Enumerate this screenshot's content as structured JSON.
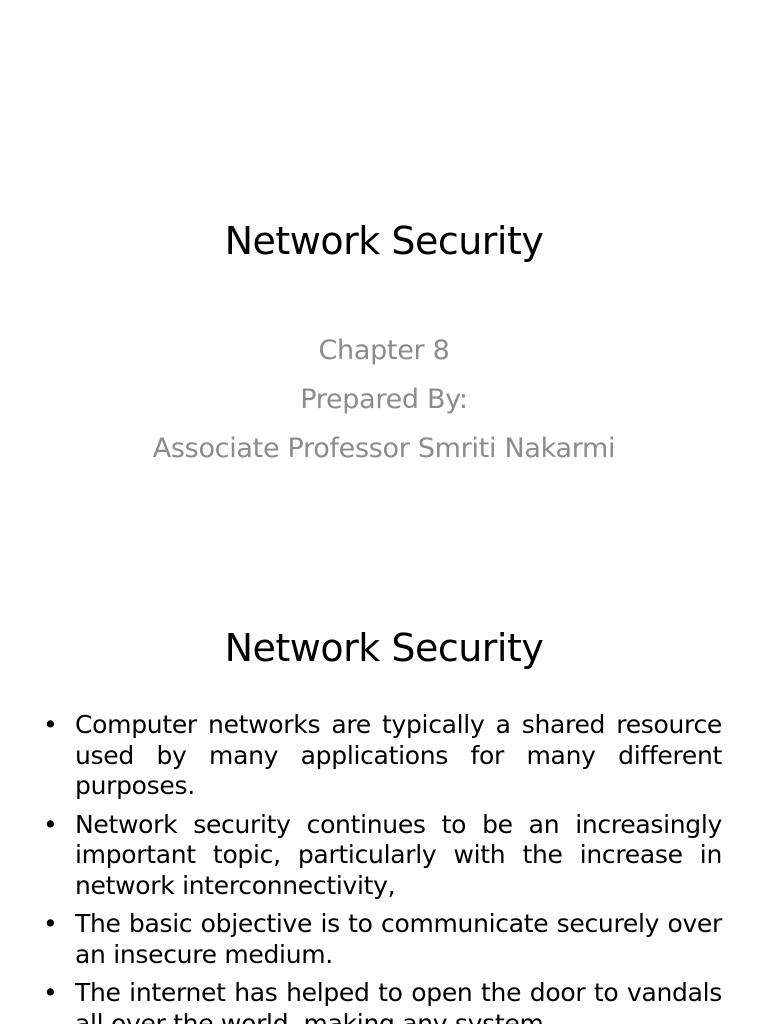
{
  "slide_1": {
    "title": "Network Security",
    "subtitle": {
      "line_1": "Chapter 8",
      "line_2": "Prepared By:",
      "line_3": "Associate Professor Smriti Nakarmi"
    }
  },
  "slide_2": {
    "title": "Network Security",
    "bullet_symbol": "•",
    "bullets": [
      "Computer networks are typically a shared resource used by many applications for many different purposes.",
      "Network security continues to be an increasingly important topic, particularly with the increase in network interconnectivity,",
      "The basic objective is to communicate securely over an insecure medium.",
      "The internet has helped to open the door to vandals all over the world, making any system"
    ]
  }
}
